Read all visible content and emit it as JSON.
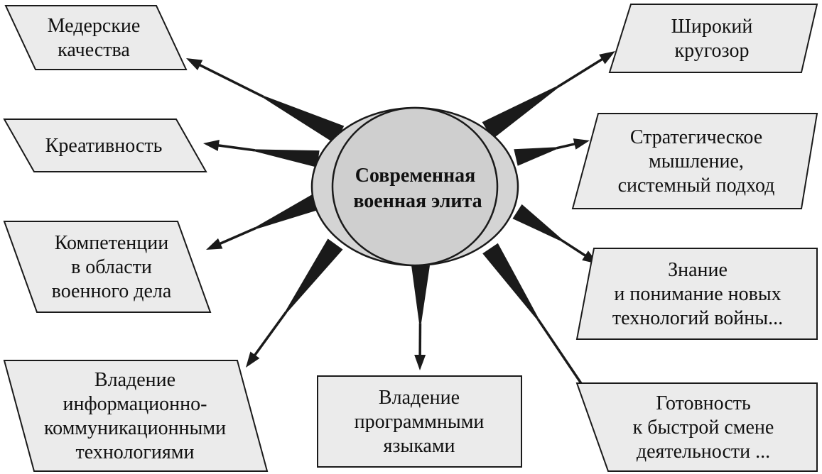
{
  "center": {
    "lines": [
      "Современная",
      "военная элита"
    ]
  },
  "nodes": [
    {
      "id": "mederskie",
      "lines": [
        "Медерские",
        "качества"
      ]
    },
    {
      "id": "kreativnost",
      "lines": [
        "Креативность"
      ]
    },
    {
      "id": "kompetencii",
      "lines": [
        "Компетенции",
        "в области",
        "военного дела"
      ]
    },
    {
      "id": "ikt",
      "lines": [
        "Владение",
        "информационно-",
        "коммуникационными",
        "технологиями"
      ]
    },
    {
      "id": "programmnye",
      "lines": [
        "Владение",
        "программными",
        "языками"
      ]
    },
    {
      "id": "gotovnost",
      "lines": [
        "Готовность",
        "к быстрой смене",
        "деятельности ..."
      ]
    },
    {
      "id": "znanie",
      "lines": [
        "Знание",
        "и понимание новых",
        "технологий войны..."
      ]
    },
    {
      "id": "strategicheskoe",
      "lines": [
        "Стратегическое",
        "мышление,",
        "системный подход"
      ]
    },
    {
      "id": "shirokiy",
      "lines": [
        "Широкий",
        "кругозор"
      ]
    }
  ]
}
